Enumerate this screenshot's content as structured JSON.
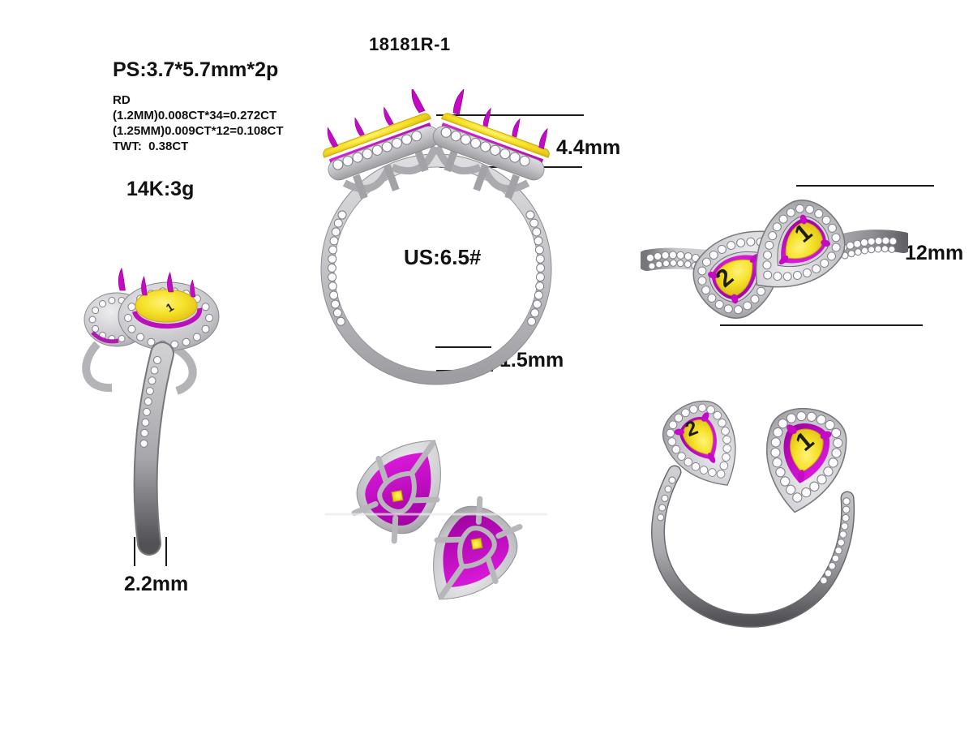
{
  "title": "18181R-1",
  "specs": {
    "center_stone": "PS:3.7*5.7mm*2p",
    "round_label": "RD",
    "round_line1": "(1.2MM)0.008CT*34=0.272CT",
    "round_line2": "(1.25MM)0.009CT*12=0.108CT",
    "total_weight": "TWT:  0.38CT",
    "metal_weight": "14K:3g"
  },
  "measurements": {
    "head_height": "4.4mm",
    "shank_thickness": "1.5mm",
    "ring_size": "US:6.5#",
    "head_length": "12mm",
    "shank_width": "2.2mm"
  },
  "stone_labels": {
    "stone1": "1",
    "stone2": "2"
  },
  "colors": {
    "stone_yellow": "#f3df21",
    "prong_magenta": "#cc00cc",
    "metal_gray": "#bcbcc0",
    "diamond_white": "#ffffff",
    "dimension_text": "#121212",
    "background": "#ffffff"
  }
}
